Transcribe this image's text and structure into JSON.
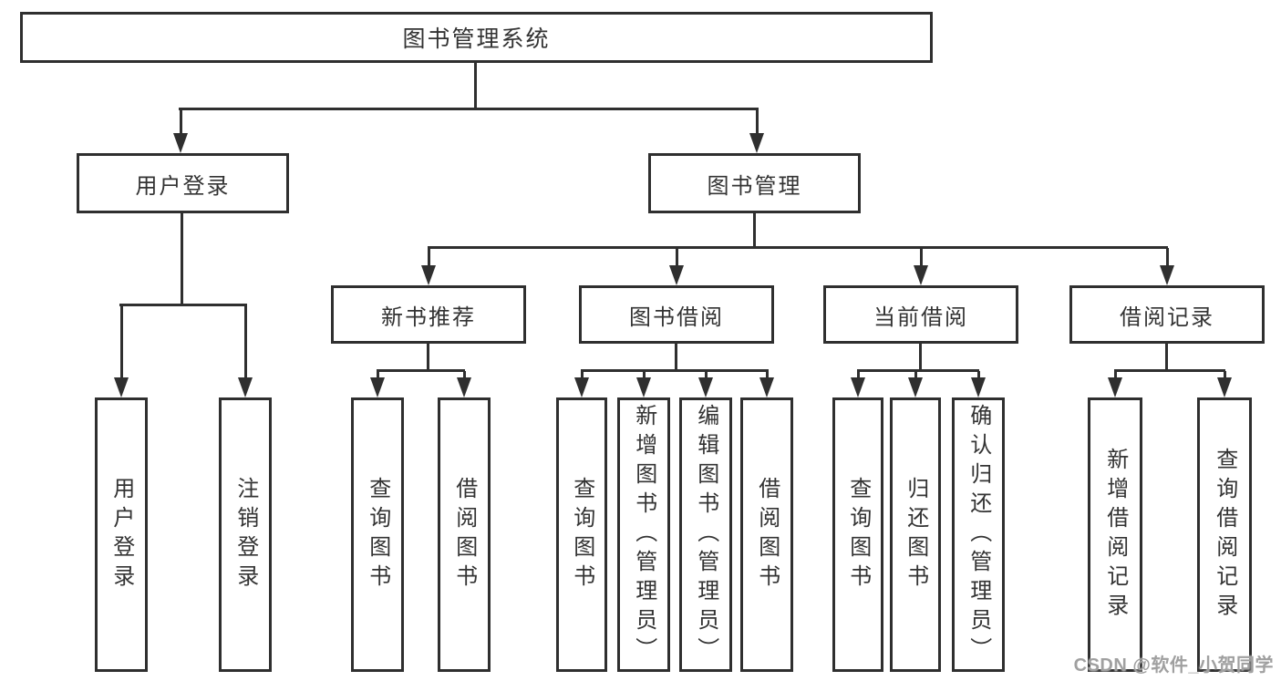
{
  "tree": {
    "root": {
      "label": "图书管理系统"
    },
    "level1": [
      {
        "label": "用户登录"
      },
      {
        "label": "图书管理"
      }
    ],
    "level2": [
      {
        "label": "新书推荐"
      },
      {
        "label": "图书借阅"
      },
      {
        "label": "当前借阅"
      },
      {
        "label": "借阅记录"
      }
    ],
    "leaves": [
      {
        "label": "用户登录"
      },
      {
        "label": "注销登录"
      },
      {
        "label": "查询图书"
      },
      {
        "label": "借阅图书"
      },
      {
        "label": "查询图书"
      },
      {
        "label": "新增图书（管理员）"
      },
      {
        "label": "编辑图书（管理员）"
      },
      {
        "label": "借阅图书"
      },
      {
        "label": "查询图书"
      },
      {
        "label": "归还图书"
      },
      {
        "label": "确认归还（管理员）"
      },
      {
        "label": "新增借阅记录"
      },
      {
        "label": "查询借阅记录"
      }
    ]
  },
  "watermark": "CSDN @软件_小贺同学",
  "colors": {
    "line": "#2f2f2f",
    "text": "#333333",
    "box_fill": "#ffffff",
    "watermark": "#a0a0a0",
    "background": "#ffffff"
  }
}
